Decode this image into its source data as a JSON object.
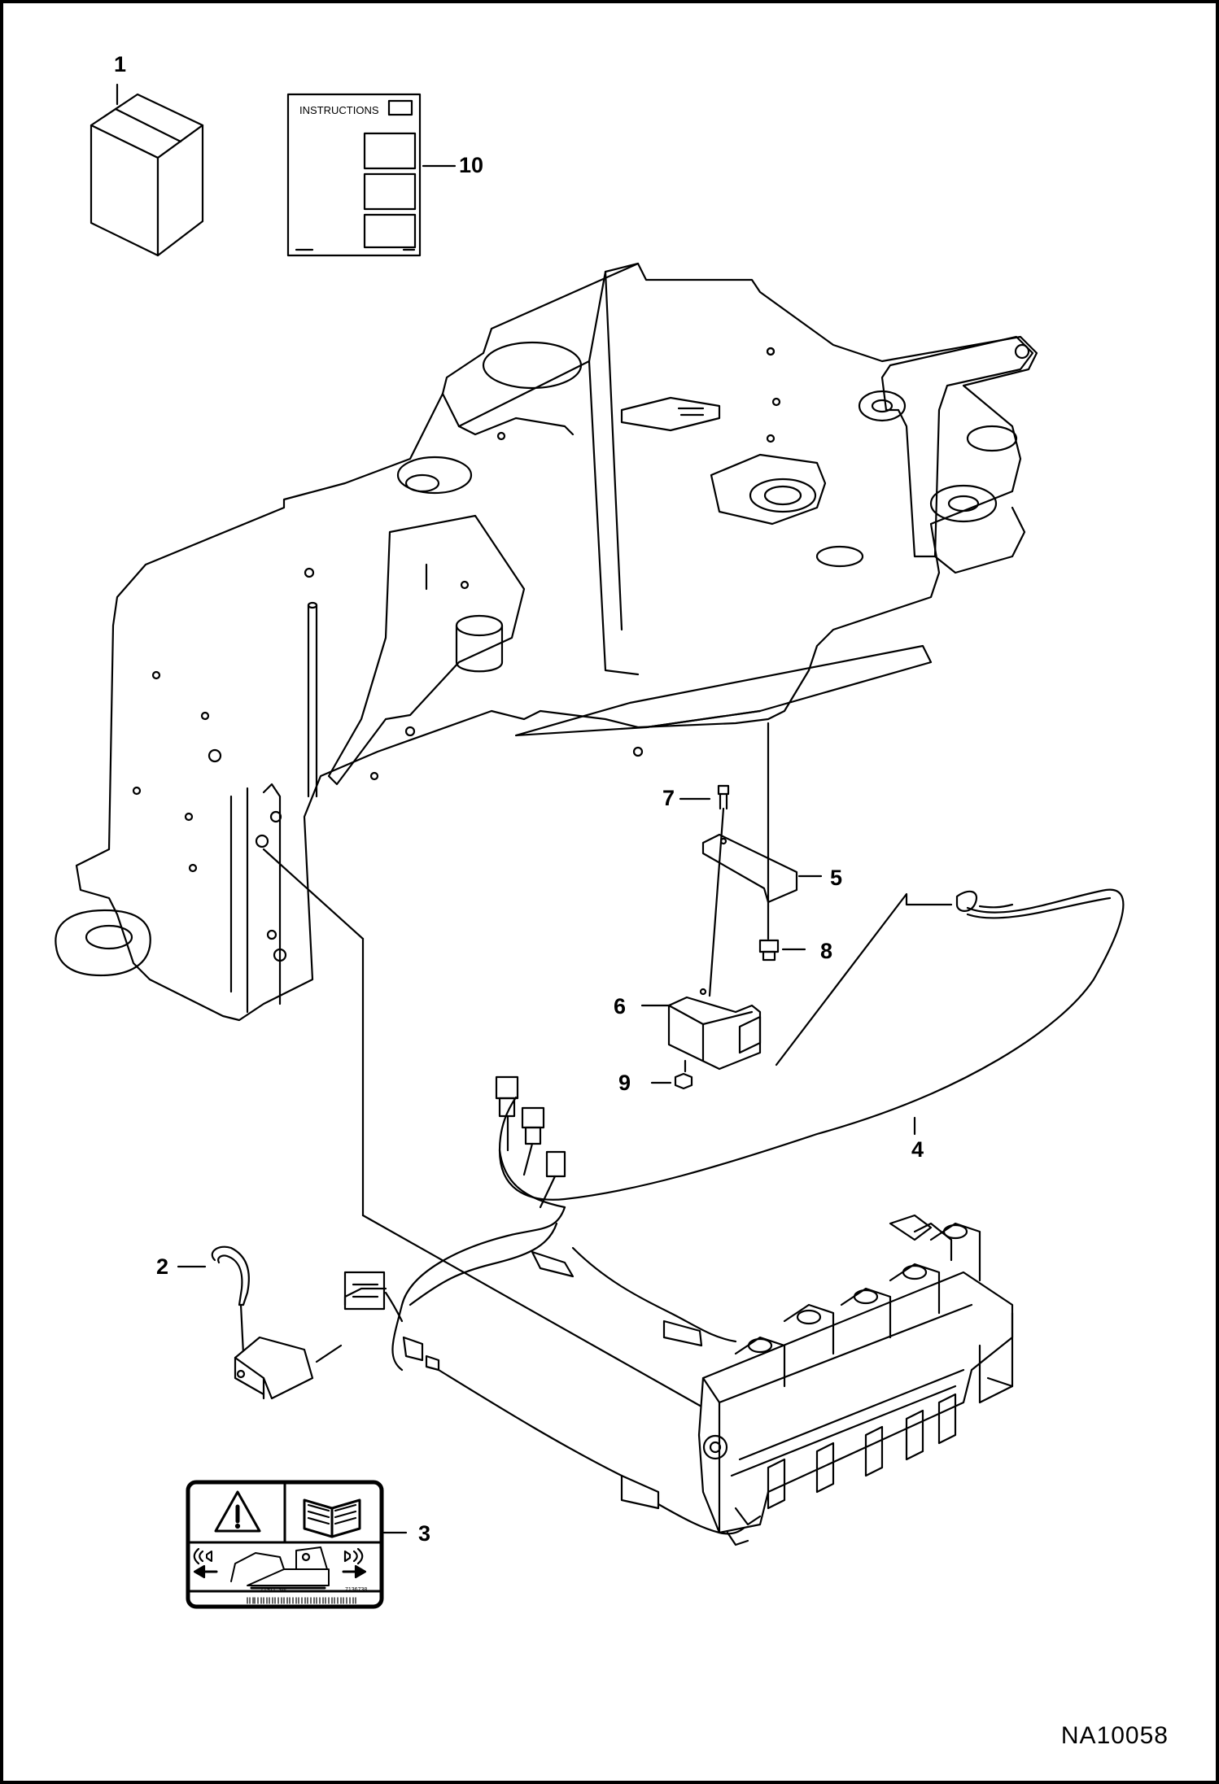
{
  "drawing_number": "NA10058",
  "instruction_sheet_title": "INSTRUCTIONS",
  "decal": {
    "left_code": "71911 SW",
    "right_code": "7136738",
    "icons": [
      "warning-triangle-icon",
      "operator-manual-book-icon",
      "alarm-sound-icon",
      "excavator-icon",
      "travel-arrows-icon"
    ]
  },
  "callouts": [
    "1",
    "2",
    "3",
    "4",
    "5",
    "6",
    "7",
    "8",
    "9",
    "10"
  ],
  "colors": {
    "line": "#000000",
    "background": "#ffffff"
  }
}
